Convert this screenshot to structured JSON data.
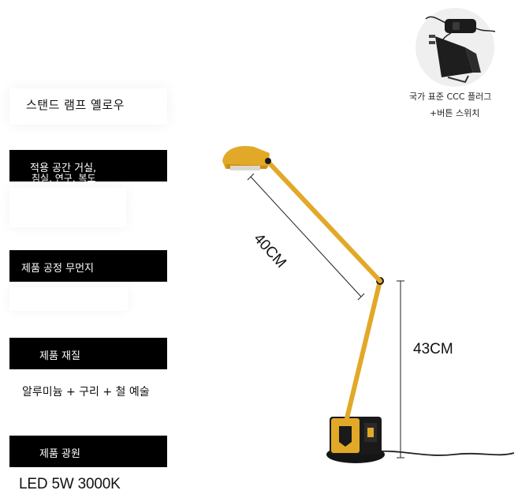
{
  "product": {
    "title": "스탠드 램프 옐로우"
  },
  "specs": [
    {
      "label": "적용 공간 거실,",
      "label_overflow": "침실, 연구, 복도"
    },
    {
      "label": "제품 공정 무먼지"
    },
    {
      "label": "제품 재질",
      "value": "알루미늄 + 구리 + 철 예술"
    },
    {
      "label": "제품 광원",
      "value": "LED 5W 3000K"
    }
  ],
  "dimensions": {
    "arm": "40CM",
    "height": "43CM"
  },
  "plug_caption": {
    "line1": "국가 표준 CCC 플러그",
    "line2": "+버튼 스위치"
  },
  "colors": {
    "lamp_yellow": "#e2a928",
    "lamp_dark": "#1a1a1a",
    "bar_black": "#000000"
  },
  "icons": [
    "plug-adapter-icon",
    "rocker-switch-icon"
  ]
}
